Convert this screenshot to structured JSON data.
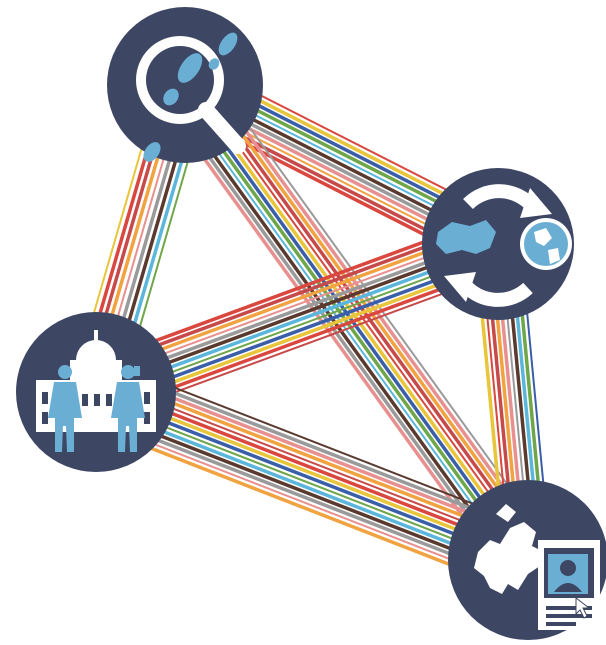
{
  "diagram": {
    "nodes": [
      {
        "id": "investigation",
        "icon": "magnifier-footprint-icon"
      },
      {
        "id": "exchange",
        "icon": "switzerland-world-sync-icon"
      },
      {
        "id": "government",
        "icon": "parliament-agents-icon"
      },
      {
        "id": "europe-online",
        "icon": "europe-map-profile-icon"
      }
    ],
    "colors": {
      "node_fill": "#3d4663",
      "icon_blue": "#6aaed3",
      "icon_white": "#ffffff",
      "line_palette": [
        "#d9473f",
        "#e8c53a",
        "#3b5ea8",
        "#6fa64a",
        "#5bb6dc",
        "#5a3a2e",
        "#9a9a9a",
        "#e8908f",
        "#f0a340",
        "#c74a4a"
      ]
    }
  }
}
